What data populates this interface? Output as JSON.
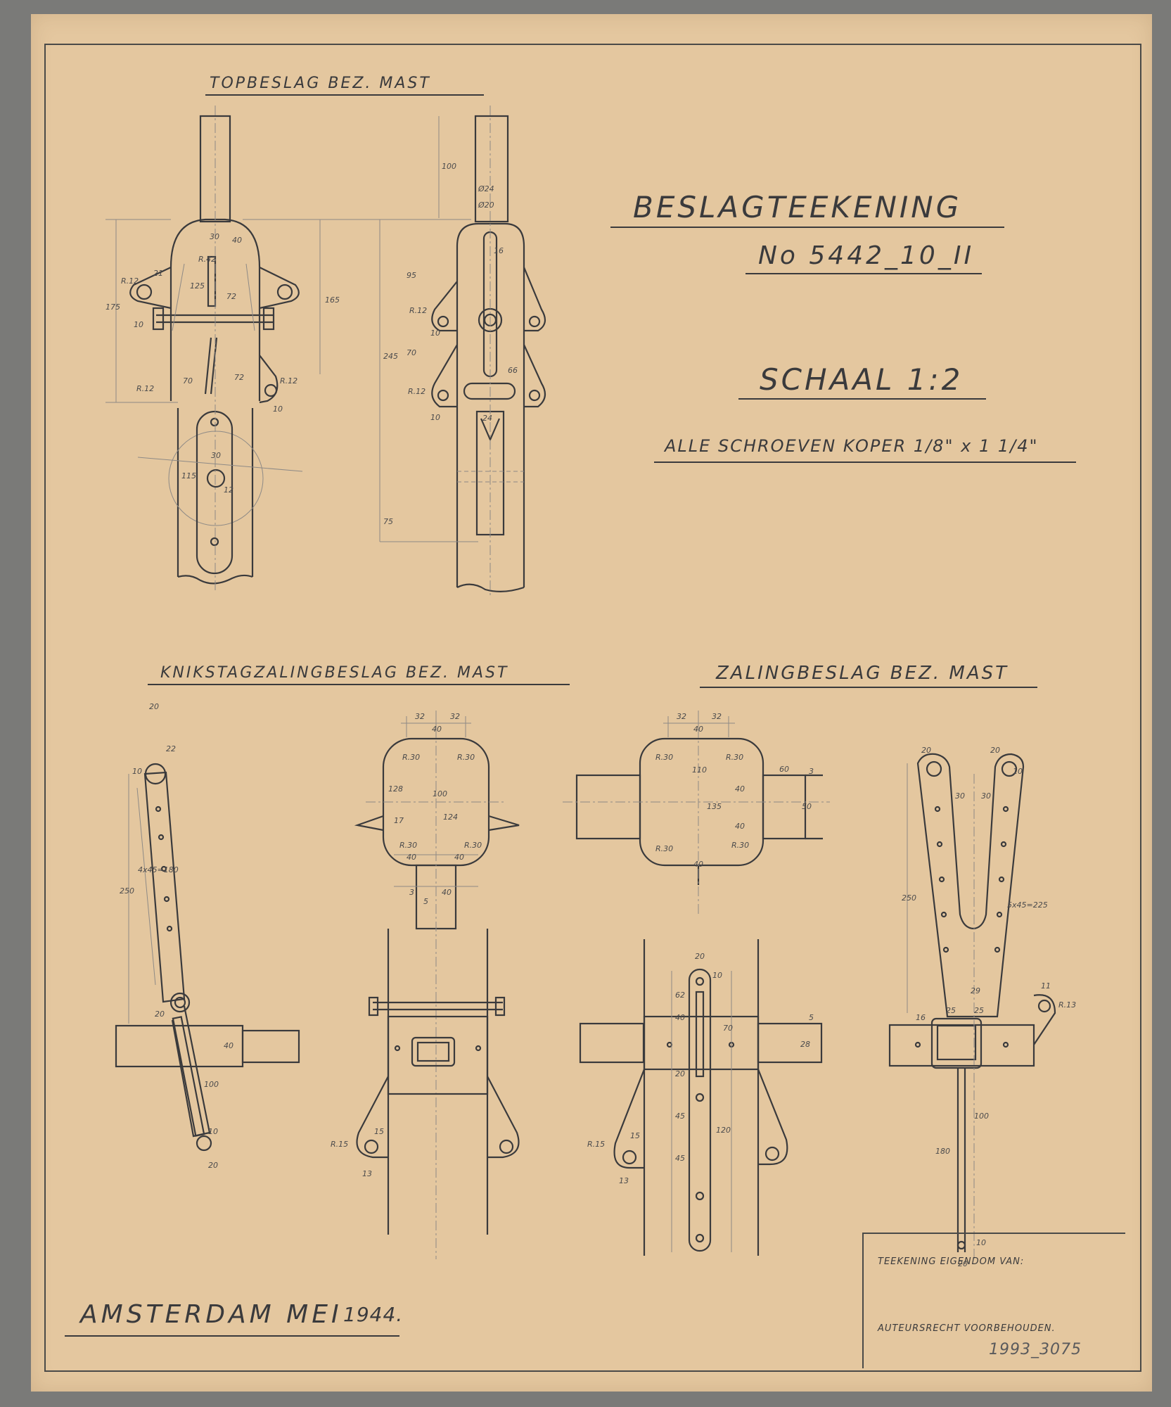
{
  "sheet": {
    "main_title": "BESLAGTEEKENING",
    "drawing_number": "No 5442_10_II",
    "scale": "SCHAAL 1:2",
    "note": "ALLE SCHROEVEN KOPER 1/8\" x 1 1/4\"",
    "place_date": "AMSTERDAM MEI",
    "year": "1944."
  },
  "views": {
    "top_title": "TOPBESLAG BEZ. MAST",
    "knik_title": "KNIKSTAGZALINGBESLAG BEZ. MAST",
    "zaling_title": "ZALINGBESLAG BEZ. MAST"
  },
  "title_block": {
    "owner_label": "TEEKENING EIGENDOM VAN:",
    "copyright": "AUTEURSRECHT VOORBEHOUDEN.",
    "archive_number": "1993_3075"
  },
  "dims": {
    "top_left": [
      "30",
      "40",
      "R.42",
      "21",
      "R.12",
      "125",
      "72",
      "175",
      "165",
      "10",
      "70",
      "72",
      "R.12",
      "10",
      "30",
      "115",
      "R.12",
      "12"
    ],
    "top_right": [
      "100",
      "Ø24",
      "Ø20",
      "16",
      "95",
      "R.12",
      "10",
      "245",
      "70",
      "R.12",
      "66",
      "10",
      "24",
      "75"
    ],
    "knik_left": [
      "20",
      "22",
      "10",
      "250",
      "4x45=180",
      "20",
      "40",
      "100",
      "10",
      "20"
    ],
    "knik_right": [
      "32",
      "32",
      "40",
      "R.30",
      "R.30",
      "100",
      "124",
      "128",
      "17",
      "R.30",
      "R.30",
      "40",
      "40",
      "3",
      "40",
      "5",
      "R.15",
      "15",
      "13"
    ],
    "zaling_left": [
      "32",
      "32",
      "40",
      "R.30",
      "R.30",
      "110",
      "135",
      "40",
      "40",
      "60",
      "50",
      "3",
      "R.30",
      "R.30",
      "40",
      "20",
      "10",
      "62",
      "40",
      "70",
      "20",
      "45",
      "45",
      "120",
      "5",
      "28",
      "R.15",
      "15",
      "13"
    ],
    "zaling_right": [
      "20",
      "20",
      "10",
      "30",
      "30",
      "250",
      "5x45=225",
      "11",
      "R.13",
      "29",
      "25",
      "25",
      "16",
      "180",
      "100",
      "10",
      "20"
    ]
  },
  "colors": {
    "paper": "#e4c79f",
    "ink": "#3a3a3c",
    "grey_lines": "#9b9590"
  }
}
